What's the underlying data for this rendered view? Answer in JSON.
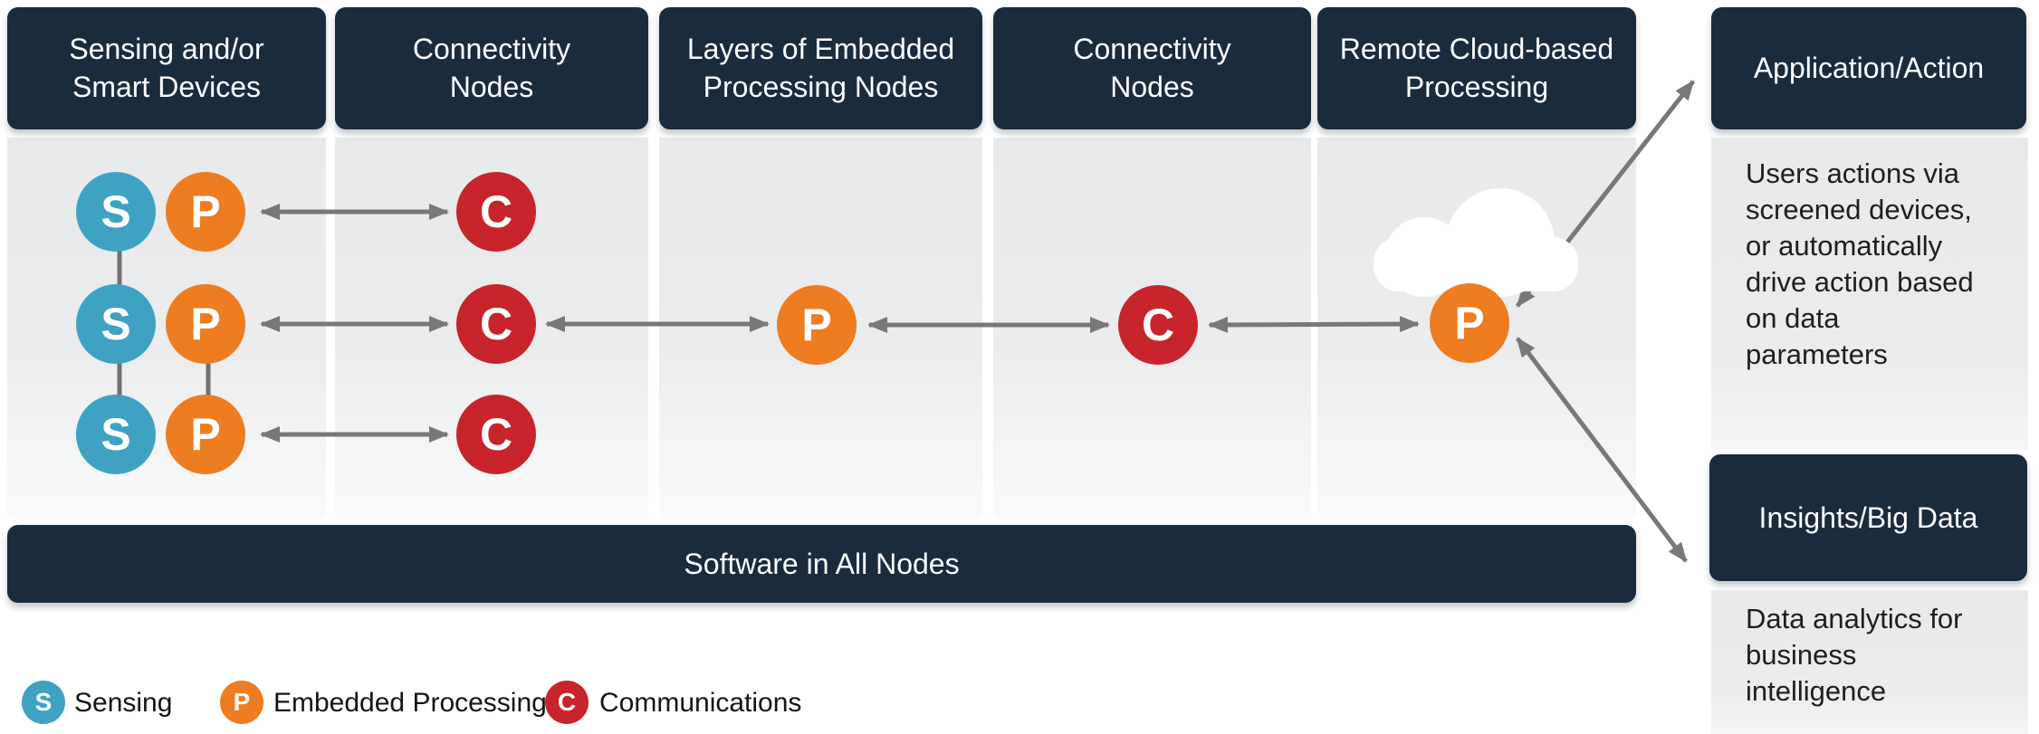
{
  "palette": {
    "header_navy": "#1B2B3E",
    "sensing_teal": "#3FA2C2",
    "processing_orange": "#EE7C21",
    "communications_red": "#C8242B",
    "arrow_gray": "#76787A",
    "column_gray": "#E8EAEC"
  },
  "columns": [
    {
      "label": "Sensing and/or\nSmart Devices"
    },
    {
      "label": "Connectivity\nNodes"
    },
    {
      "label": "Layers of Embedded\nProcessing Nodes"
    },
    {
      "label": "Connectivity\nNodes"
    },
    {
      "label": "Remote Cloud-based\nProcessing"
    }
  ],
  "letters": {
    "sensing": "S",
    "processing": "P",
    "communications": "C"
  },
  "banner": {
    "label": "Software in All Nodes"
  },
  "right_panel": {
    "application": {
      "title": "Application/Action",
      "body": "Users actions via\nscreened devices,\nor automatically\ndrive action based\non data\nparameters"
    },
    "insights": {
      "title": "Insights/Big Data",
      "body": "Data analytics for\nbusiness\nintelligence"
    }
  },
  "legend": {
    "items": [
      {
        "letter": "S",
        "label": "Sensing"
      },
      {
        "letter": "P",
        "label": "Embedded Processing"
      },
      {
        "letter": "C",
        "label": "Communications"
      }
    ]
  }
}
